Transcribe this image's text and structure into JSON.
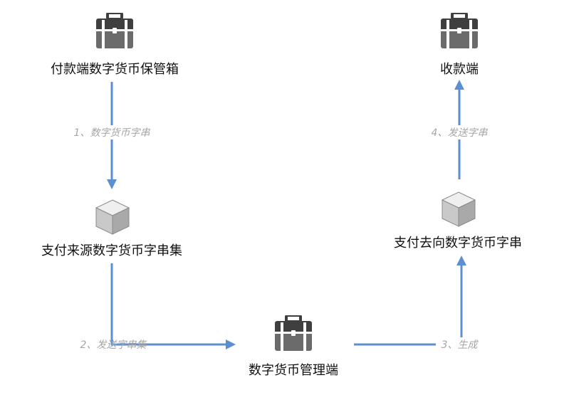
{
  "nodes": {
    "payer_wallet": {
      "label": "付款端数字货币保管箱",
      "icon": "briefcase-icon"
    },
    "payee": {
      "label": "收款端",
      "icon": "briefcase-icon"
    },
    "source_set": {
      "label": "支付来源数字货币字串集",
      "icon": "cube-icon"
    },
    "dest_string": {
      "label": "支付去向数字货币字串",
      "icon": "cube-icon"
    },
    "manager": {
      "label": "数字货币管理端",
      "icon": "briefcase-icon"
    }
  },
  "edges": {
    "e1": {
      "label": "1、数字货币字串"
    },
    "e2": {
      "label": "2、发送字串集"
    },
    "e3": {
      "label": "3、生成"
    },
    "e4": {
      "label": "4、发送字串"
    }
  },
  "colors": {
    "arrow": "#5b8fd1",
    "briefcase_body": "#6b6b6b",
    "briefcase_top": "#3f3f3f",
    "cube_top": "#efefef",
    "cube_left": "#c9c9c9",
    "cube_right": "#a9a9a9"
  }
}
